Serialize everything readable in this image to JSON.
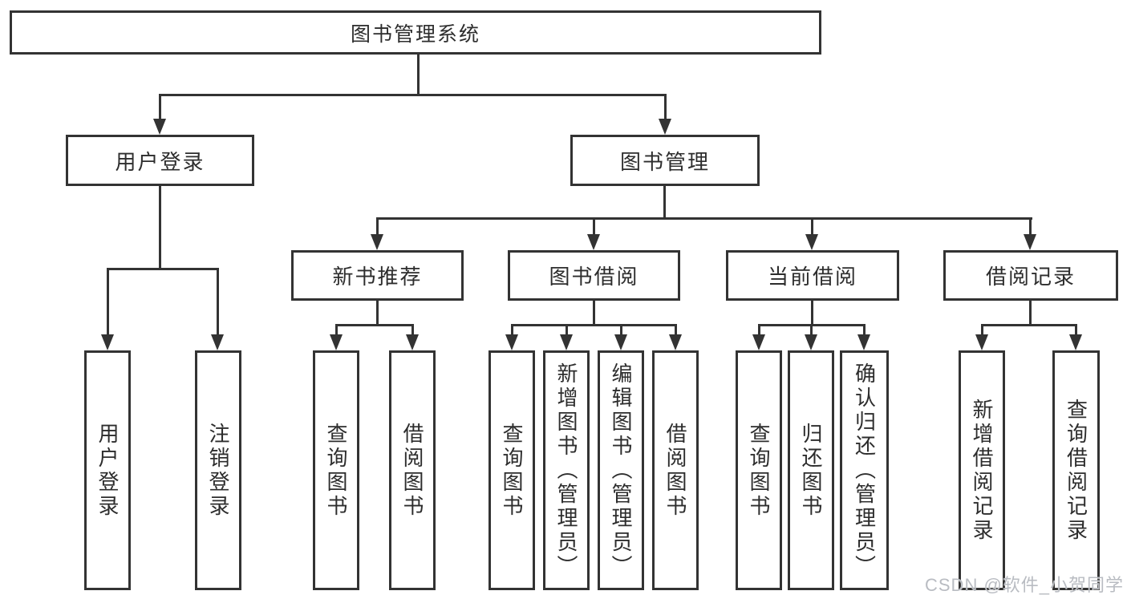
{
  "diagram": {
    "title": "图书管理系统",
    "level2": {
      "user_login": "用户登录",
      "book_mgmt": "图书管理"
    },
    "level3": {
      "new_book": "新书推荐",
      "book_borrow": "图书借阅",
      "current_borrow": "当前借阅",
      "borrow_record": "借阅记录"
    },
    "leaves": {
      "user_login": [
        "用户登录",
        "注销登录"
      ],
      "new_book": [
        "查询图书",
        "借阅图书"
      ],
      "book_borrow": [
        "查询图书",
        "新增图书（管理员）",
        "编辑图书（管理员）",
        "借阅图书"
      ],
      "current_borrow": [
        "查询图书",
        "归还图书",
        "确认归还（管理员）"
      ],
      "borrow_record": [
        "新增借阅记录",
        "查询借阅记录"
      ]
    }
  },
  "watermark": {
    "text": "CSDN @软件_小贺同学"
  },
  "colors": {
    "line": "#333333",
    "text": "#2d2d2d",
    "watermark": "#b9bcc2",
    "background": "#ffffff"
  }
}
